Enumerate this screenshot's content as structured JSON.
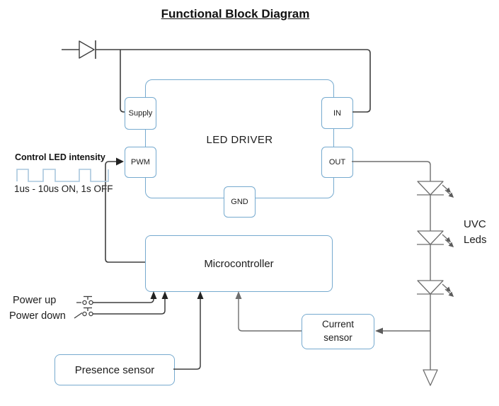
{
  "title": "Functional Block Diagram",
  "led_driver": {
    "label": "LED DRIVER",
    "port_supply": "Supply",
    "port_pwm": "PWM",
    "port_in": "IN",
    "port_out": "OUT",
    "port_gnd": "GND"
  },
  "microcontroller": {
    "label": "Microcontroller"
  },
  "current_sensor": {
    "label": "Current sensor"
  },
  "presence_sensor": {
    "label": "Presence sensor"
  },
  "annotations": {
    "control_led_intensity": "Control LED intensity",
    "pulse_spec": "1us - 10us ON, 1s OFF",
    "power_up": "Power up",
    "power_down": "Power down",
    "uvc_leds": "UVC\nLeds"
  },
  "icons": {
    "diode": "diode-icon",
    "led": "led-icon",
    "push_button": "push-button-icon",
    "pwm_waveform": "pwm-waveform-icon",
    "ground_arrow": "down-arrow-icon"
  },
  "colors": {
    "box_border": "#76aacf",
    "wire_dark": "#3f3f3f",
    "wire_gray": "#6e6e6e",
    "waveform_blue": "#a9c7de",
    "text": "#1c1c1c"
  }
}
